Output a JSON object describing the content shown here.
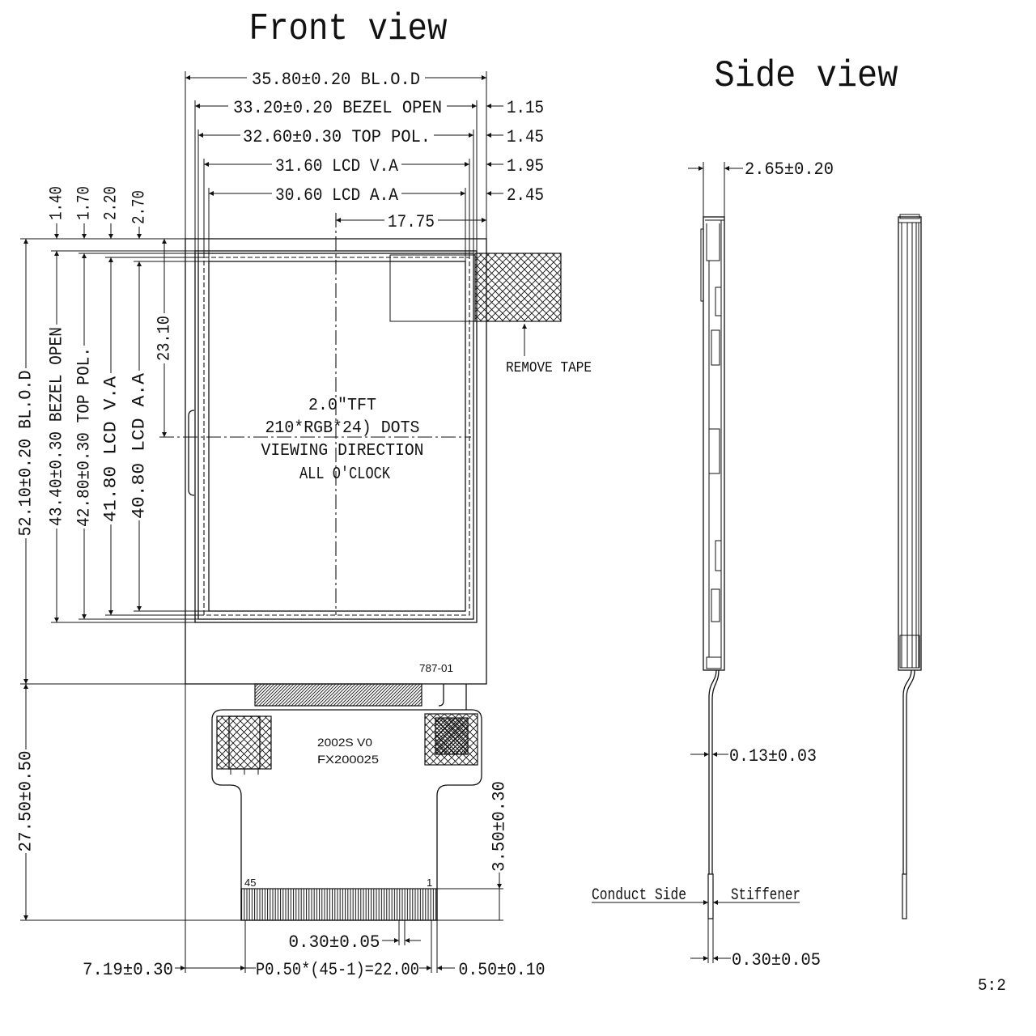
{
  "front_view": {
    "title": "Front view",
    "top_dims": {
      "bl_od": "35.80±0.20 BL.O.D",
      "bezel_open": "33.20±0.20 BEZEL OPEN",
      "bezel_offset": "1.15",
      "top_pol": "32.60±0.30 TOP POL.",
      "top_pol_offset": "1.45",
      "lcd_va": "31.60 LCD V.A",
      "lcd_va_offset": "1.95",
      "lcd_aa": "30.60 LCD A.A",
      "lcd_aa_offset": "2.45",
      "center_offset": "17.75"
    },
    "left_dims": {
      "bezel_offset": "1.40",
      "top_pol_offset": "1.70",
      "lcd_va_offset": "2.20",
      "lcd_aa_offset": "2.70",
      "bl_od": "52.10±0.20 BL.O.D",
      "bezel_open": "43.40±0.30 BEZEL OPEN",
      "top_pol": "42.80±0.30 TOP POL.",
      "lcd_va": "41.80 LCD V.A",
      "lcd_aa": "40.80 LCD A.A",
      "center_offset": "23.10"
    },
    "panel_text": [
      "2.0″TFT",
      "210*RGB*24) DOTS",
      "VIEWING DIRECTION",
      "ALL O'CLOCK"
    ],
    "remove_tape": "REMOVE TAPE",
    "part_code": "787-01",
    "fpc": {
      "label_1": "2002S V0",
      "label_2": "FX200025",
      "pin_last": "45",
      "pin_first": "1",
      "length": "27.50±0.50",
      "contact_length": "3.50±0.30",
      "pin_width": "0.30±0.05",
      "left_offset": "7.19±0.30",
      "pitch": "P0.50*(45-1)=22.00",
      "right_margin": "0.50±0.10"
    }
  },
  "side_view": {
    "title": "Side view",
    "thickness": "2.65±0.20",
    "fpc_thickness": "0.13±0.03",
    "conduct_side": "Conduct Side",
    "stiffener": "Stiffener",
    "stiffener_thickness": "0.30±0.05"
  },
  "scale": "5:2"
}
